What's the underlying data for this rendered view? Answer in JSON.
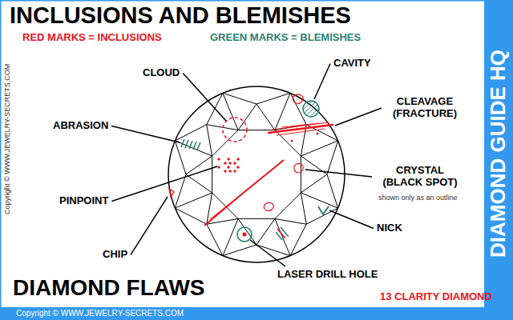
{
  "diagram": {
    "title": "INCLUSIONS AND BLEMISHES",
    "labels": [
      "DIAMOND GUIDE HQ",
      "Copyright © WWW.JEWELRY-SECRETS.COM",
      "CLOUD",
      "CAVITY",
      "ABRASION",
      "CLEAVAGE (FRACTURE)",
      "CRYSTAL (BLACK SPOT)",
      "shown only as an outline",
      "PINPOINT",
      "NICK",
      "CHIP",
      "LASER DRILL HOLE",
      "DIAMOND FLAWS",
      "13 CLARITY DIAMOND",
      "Copyright © WWW.JEWELRY-SECRETS.COM"
    ],
    "legend": [
      {
        "text": "RED MARKS = INCLUSIONS",
        "color": "#e8141b"
      },
      {
        "text": "GREEN MARKS = BLEMISHES",
        "color": "#2a7f74"
      }
    ]
  }
}
